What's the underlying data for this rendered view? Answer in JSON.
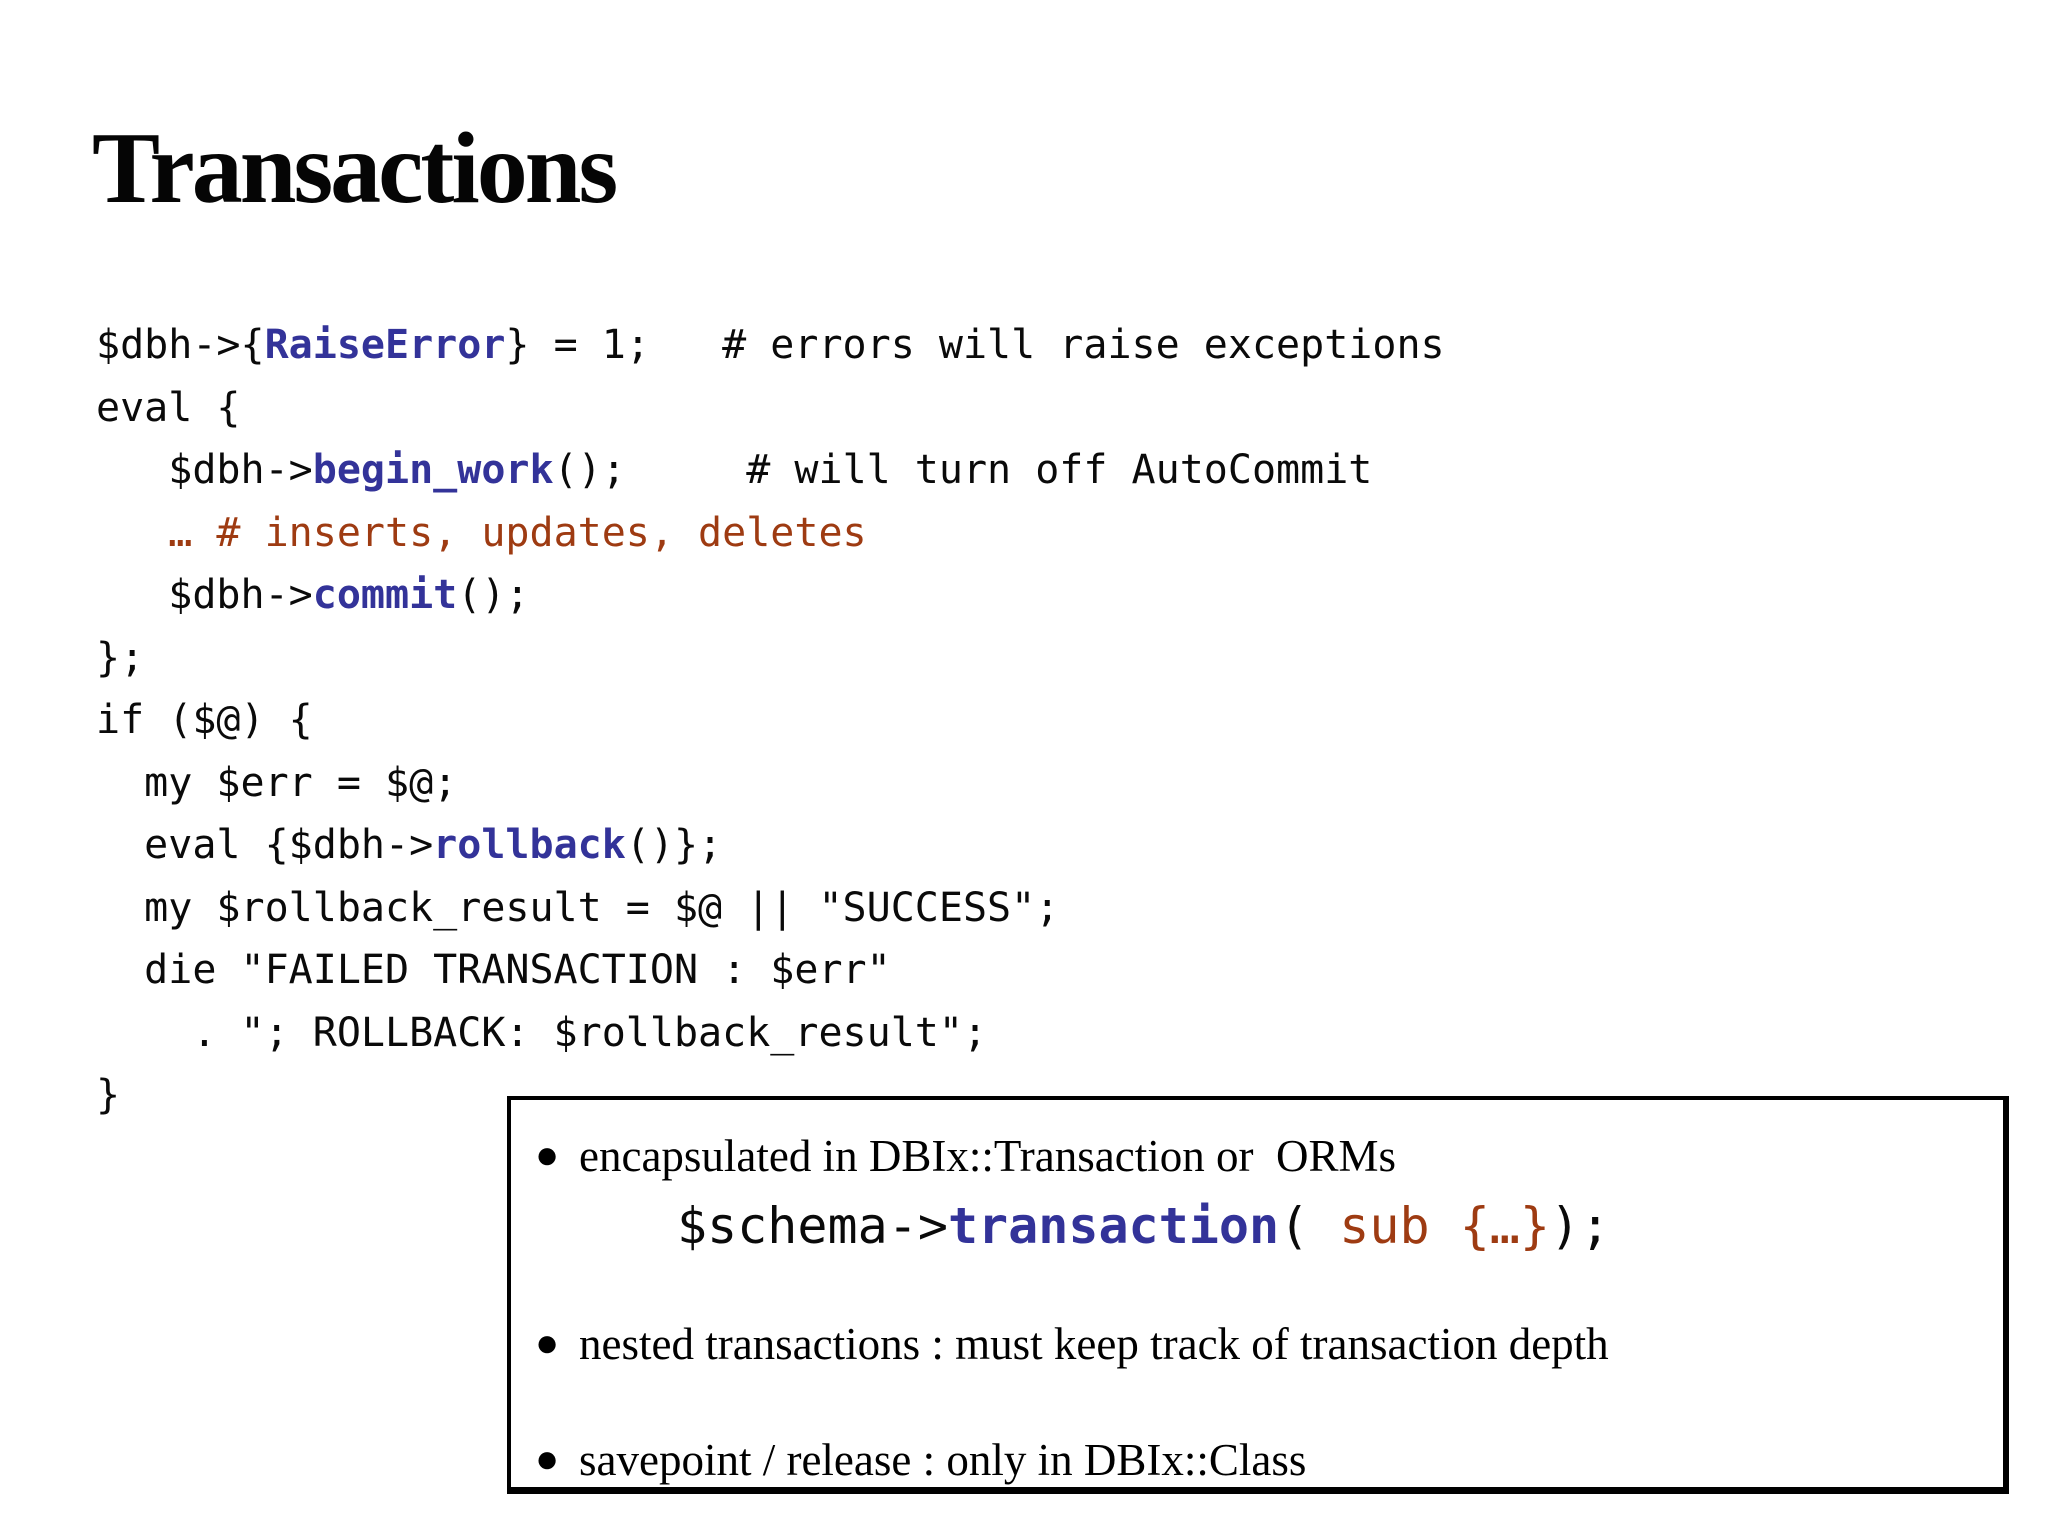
{
  "title": "Transactions",
  "colors": {
    "keyword": "#333399",
    "comment": "#9e3b12",
    "text": "#0a0a0a",
    "background": "#ffffff",
    "box_border": "#000000"
  },
  "code": {
    "lines": [
      [
        {
          "t": "$dbh->{"
        },
        {
          "t": "RaiseError",
          "c": "k"
        },
        {
          "t": "} = 1;   # errors will raise exceptions"
        }
      ],
      [
        {
          "t": "eval {"
        }
      ],
      [
        {
          "t": "   $dbh->"
        },
        {
          "t": "begin_work",
          "c": "k"
        },
        {
          "t": "();     # will turn off AutoCommit"
        }
      ],
      [
        {
          "t": "   "
        },
        {
          "t": "… # inserts, updates, deletes",
          "c": "c"
        }
      ],
      [
        {
          "t": "   $dbh->"
        },
        {
          "t": "commit",
          "c": "k"
        },
        {
          "t": "();"
        }
      ],
      [
        {
          "t": "};"
        }
      ],
      [
        {
          "t": "if ($@) {"
        }
      ],
      [
        {
          "t": "  my $err = $@;"
        }
      ],
      [
        {
          "t": "  eval {$dbh->"
        },
        {
          "t": "rollback",
          "c": "k"
        },
        {
          "t": "()};"
        }
      ],
      [
        {
          "t": "  my $rollback_result = $@ || \"SUCCESS\";"
        }
      ],
      [
        {
          "t": "  die \"FAILED TRANSACTION : $err\""
        }
      ],
      [
        {
          "t": "    . \"; ROLLBACK: $rollback_result\";"
        }
      ],
      [
        {
          "t": "}"
        }
      ]
    ]
  },
  "note_box": {
    "marker": "●",
    "bullet1": "encapsulated in DBIx::Transaction or  ORMs",
    "code": [
      {
        "t": "$schema->"
      },
      {
        "t": "transaction",
        "c": "k"
      },
      {
        "t": "( "
      },
      {
        "t": "sub {…}",
        "c": "c"
      },
      {
        "t": ");"
      }
    ],
    "bullet2": "nested transactions : must keep track of transaction depth",
    "bullet3": "savepoint / release : only in DBIx::Class"
  }
}
